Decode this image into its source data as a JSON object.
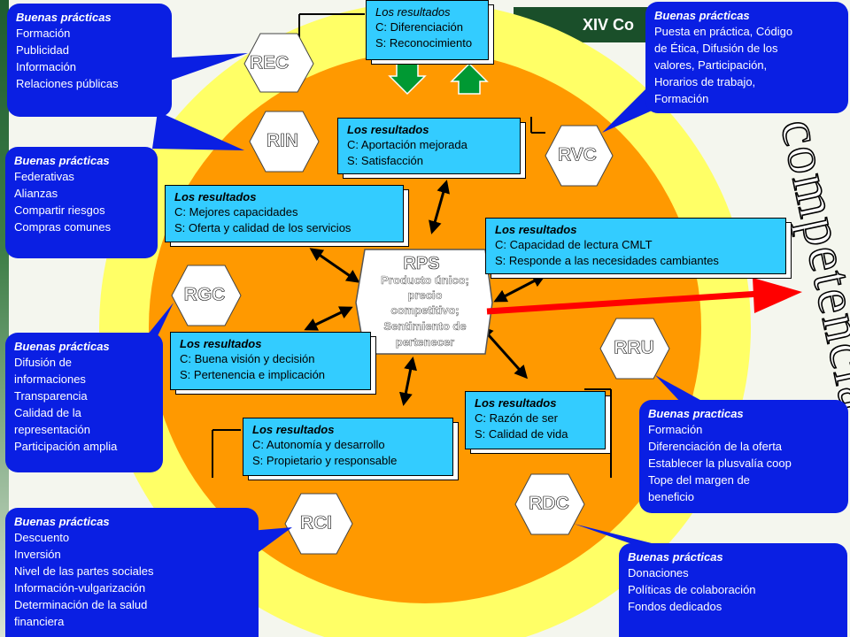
{
  "header": {
    "banner_text": "XIV Co"
  },
  "center": {
    "code": "RPS",
    "lines": [
      "Producto único;",
      "precio",
      "competitivo;",
      "Sentimiento de",
      "pertenecer"
    ]
  },
  "big_word": "competencia",
  "hexagons": {
    "rec": "REC",
    "rin": "RIN",
    "rvc": "RVC",
    "rgc": "RGC",
    "rru": "RRU",
    "rdc": "RDC",
    "rci": "RCI"
  },
  "results": {
    "top": {
      "title": "Los resultados",
      "c": "C: Diferenciación",
      "s": "S: Reconocimiento"
    },
    "rvc": {
      "title": "Los resultados",
      "c": "C: Aportación mejorada",
      "s": "S: Satisfacción"
    },
    "rin": {
      "title": "Los resultados",
      "c": "C: Mejores capacidades",
      "s": "S: Oferta y calidad de los servicios"
    },
    "rru": {
      "title": "Los resultados",
      "c": "C: Capacidad de lectura CMLT",
      "s": "S: Responde a las necesidades cambiantes"
    },
    "rgc": {
      "title": "Los resultados",
      "c": "C: Buena visión y decisión",
      "s": "S: Pertenencia e implicación"
    },
    "rdc": {
      "title": "Los resultados",
      "c": "C: Razón de ser",
      "s": "S: Calidad de vida"
    },
    "rci": {
      "title": "Los resultados",
      "c": "C: Autonomía y desarrollo",
      "s": "S: Propietario y responsable"
    }
  },
  "practices": {
    "rec": {
      "title": "Buenas prácticas",
      "items": [
        "Formación",
        "Publicidad",
        "Información",
        "Relaciones públicas"
      ]
    },
    "rin": {
      "title": "Buenas prácticas",
      "items": [
        "Federativas",
        "Alianzas",
        "Compartir riesgos",
        "Compras comunes"
      ]
    },
    "rgc": {
      "title": "Buenas prácticas",
      "items": [
        "Difusión de",
        "informaciones",
        "Transparencia",
        "Calidad de la",
        "representación",
        "Participación amplia"
      ]
    },
    "rci": {
      "title": "Buenas prácticas",
      "items": [
        "Descuento",
        "Inversión",
        "Nivel de las partes sociales",
        "Información-vulgarización",
        "Determinación de la salud",
        "financiera"
      ]
    },
    "rvc": {
      "title": "Buenas prácticas",
      "items": [
        "Puesta en práctica, Código",
        "de Ética, Difusión de los",
        "valores, Participación,",
        "Horarios de trabajo,",
        "Formación"
      ]
    },
    "rru": {
      "title": "Buenas practicas",
      "items": [
        "Formación",
        "Diferenciación de la oferta",
        "Establecer la plusvalía coop",
        "Tope del margen de",
        "beneficio"
      ]
    },
    "rdc": {
      "title": "Buenas prácticas",
      "items": [
        "Donaciones",
        "Políticas de colaboración",
        "Fondos dedicados"
      ]
    }
  },
  "colors": {
    "outer_ring": "#ffff66",
    "inner_circle": "#ff9900",
    "result_box": "#33ccff",
    "practice_box": "#0a1fe3",
    "competition_arrow": "#ff0000",
    "exchange_arrows": "#009933"
  }
}
